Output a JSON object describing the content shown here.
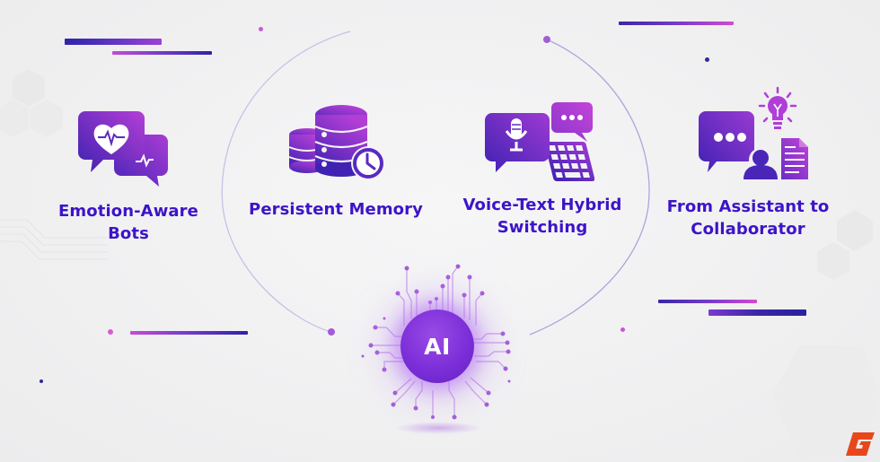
{
  "features": [
    {
      "id": "emotion-aware-bots",
      "icon": "heart-pulse-chat-icon",
      "line1": "Emotion-Aware",
      "line2": "Bots"
    },
    {
      "id": "persistent-memory",
      "icon": "database-clock-icon",
      "line1": "Persistent Memory",
      "line2": ""
    },
    {
      "id": "voice-text-hybrid",
      "icon": "microphone-keyboard-chat-icon",
      "line1": "Voice-Text Hybrid",
      "line2": "Switching"
    },
    {
      "id": "assistant-to-collaborator",
      "icon": "chat-person-idea-document-icon",
      "line1": "From Assistant to",
      "line2": "Collaborator"
    }
  ],
  "center": {
    "label": "AI",
    "icon": "ai-circuit-chip-icon"
  },
  "brand": {
    "logo": "brand-logo-icon",
    "color": "#e8471c"
  },
  "colors": {
    "text": "#3d14c8",
    "icon_dark": "#4a22b8",
    "icon_light": "#b03ed8",
    "background": "#f1f1f2",
    "arc": "#b9aee0"
  }
}
